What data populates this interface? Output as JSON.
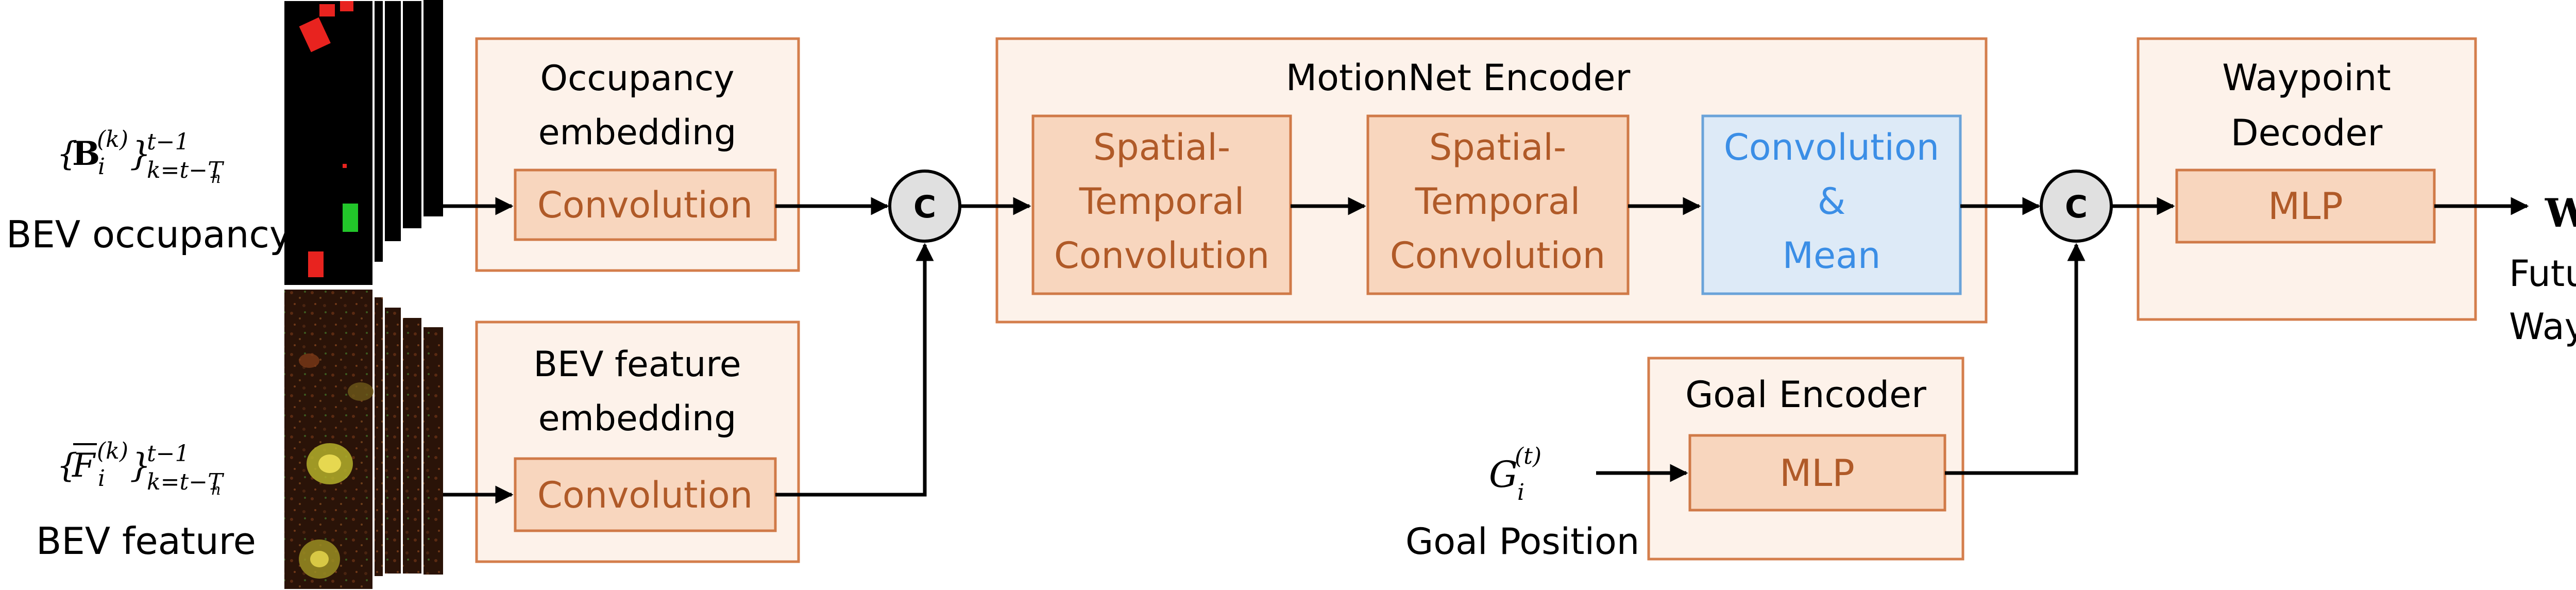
{
  "inputs": {
    "occupancy_math": "{B_i^(k)}_{k=t-T_h}^{t-1}",
    "occupancy_label": "BEV occupancy",
    "feature_math": "{F_i^(k)}_{k=t-T_h}^{t-1}",
    "feature_label": "BEV feature"
  },
  "occupancy_embedding": {
    "title_line1": "Occupancy",
    "title_line2": "embedding",
    "inner": "Convolution"
  },
  "feature_embedding": {
    "title_line1": "BEV feature",
    "title_line2": "embedding",
    "inner": "Convolution"
  },
  "concat_symbol": "C",
  "motionnet": {
    "title": "MotionNet Encoder",
    "block1": [
      "Spatial-",
      "Temporal",
      "Convolution"
    ],
    "block2": [
      "Spatial-",
      "Temporal",
      "Convolution"
    ],
    "block3": [
      "Convolution",
      "&",
      "Mean"
    ]
  },
  "goal": {
    "title": "Goal Encoder",
    "inner": "MLP",
    "input_math": "G_i^(t)",
    "input_label": "Goal Position"
  },
  "decoder": {
    "title_line1": "Waypoint",
    "title_line2": "Decoder",
    "inner": "MLP",
    "output_math": "W_i^(t)",
    "output_line1": "Future",
    "output_line2": "Waypoints"
  },
  "colors": {
    "outer_fill": "#fdf2ea",
    "inner_fill": "#f8d6be",
    "border": "#d47e4c",
    "inner_text": "#b05a28",
    "highlight_fill": "#ddeaf7",
    "highlight_text": "#3b8ee6"
  }
}
